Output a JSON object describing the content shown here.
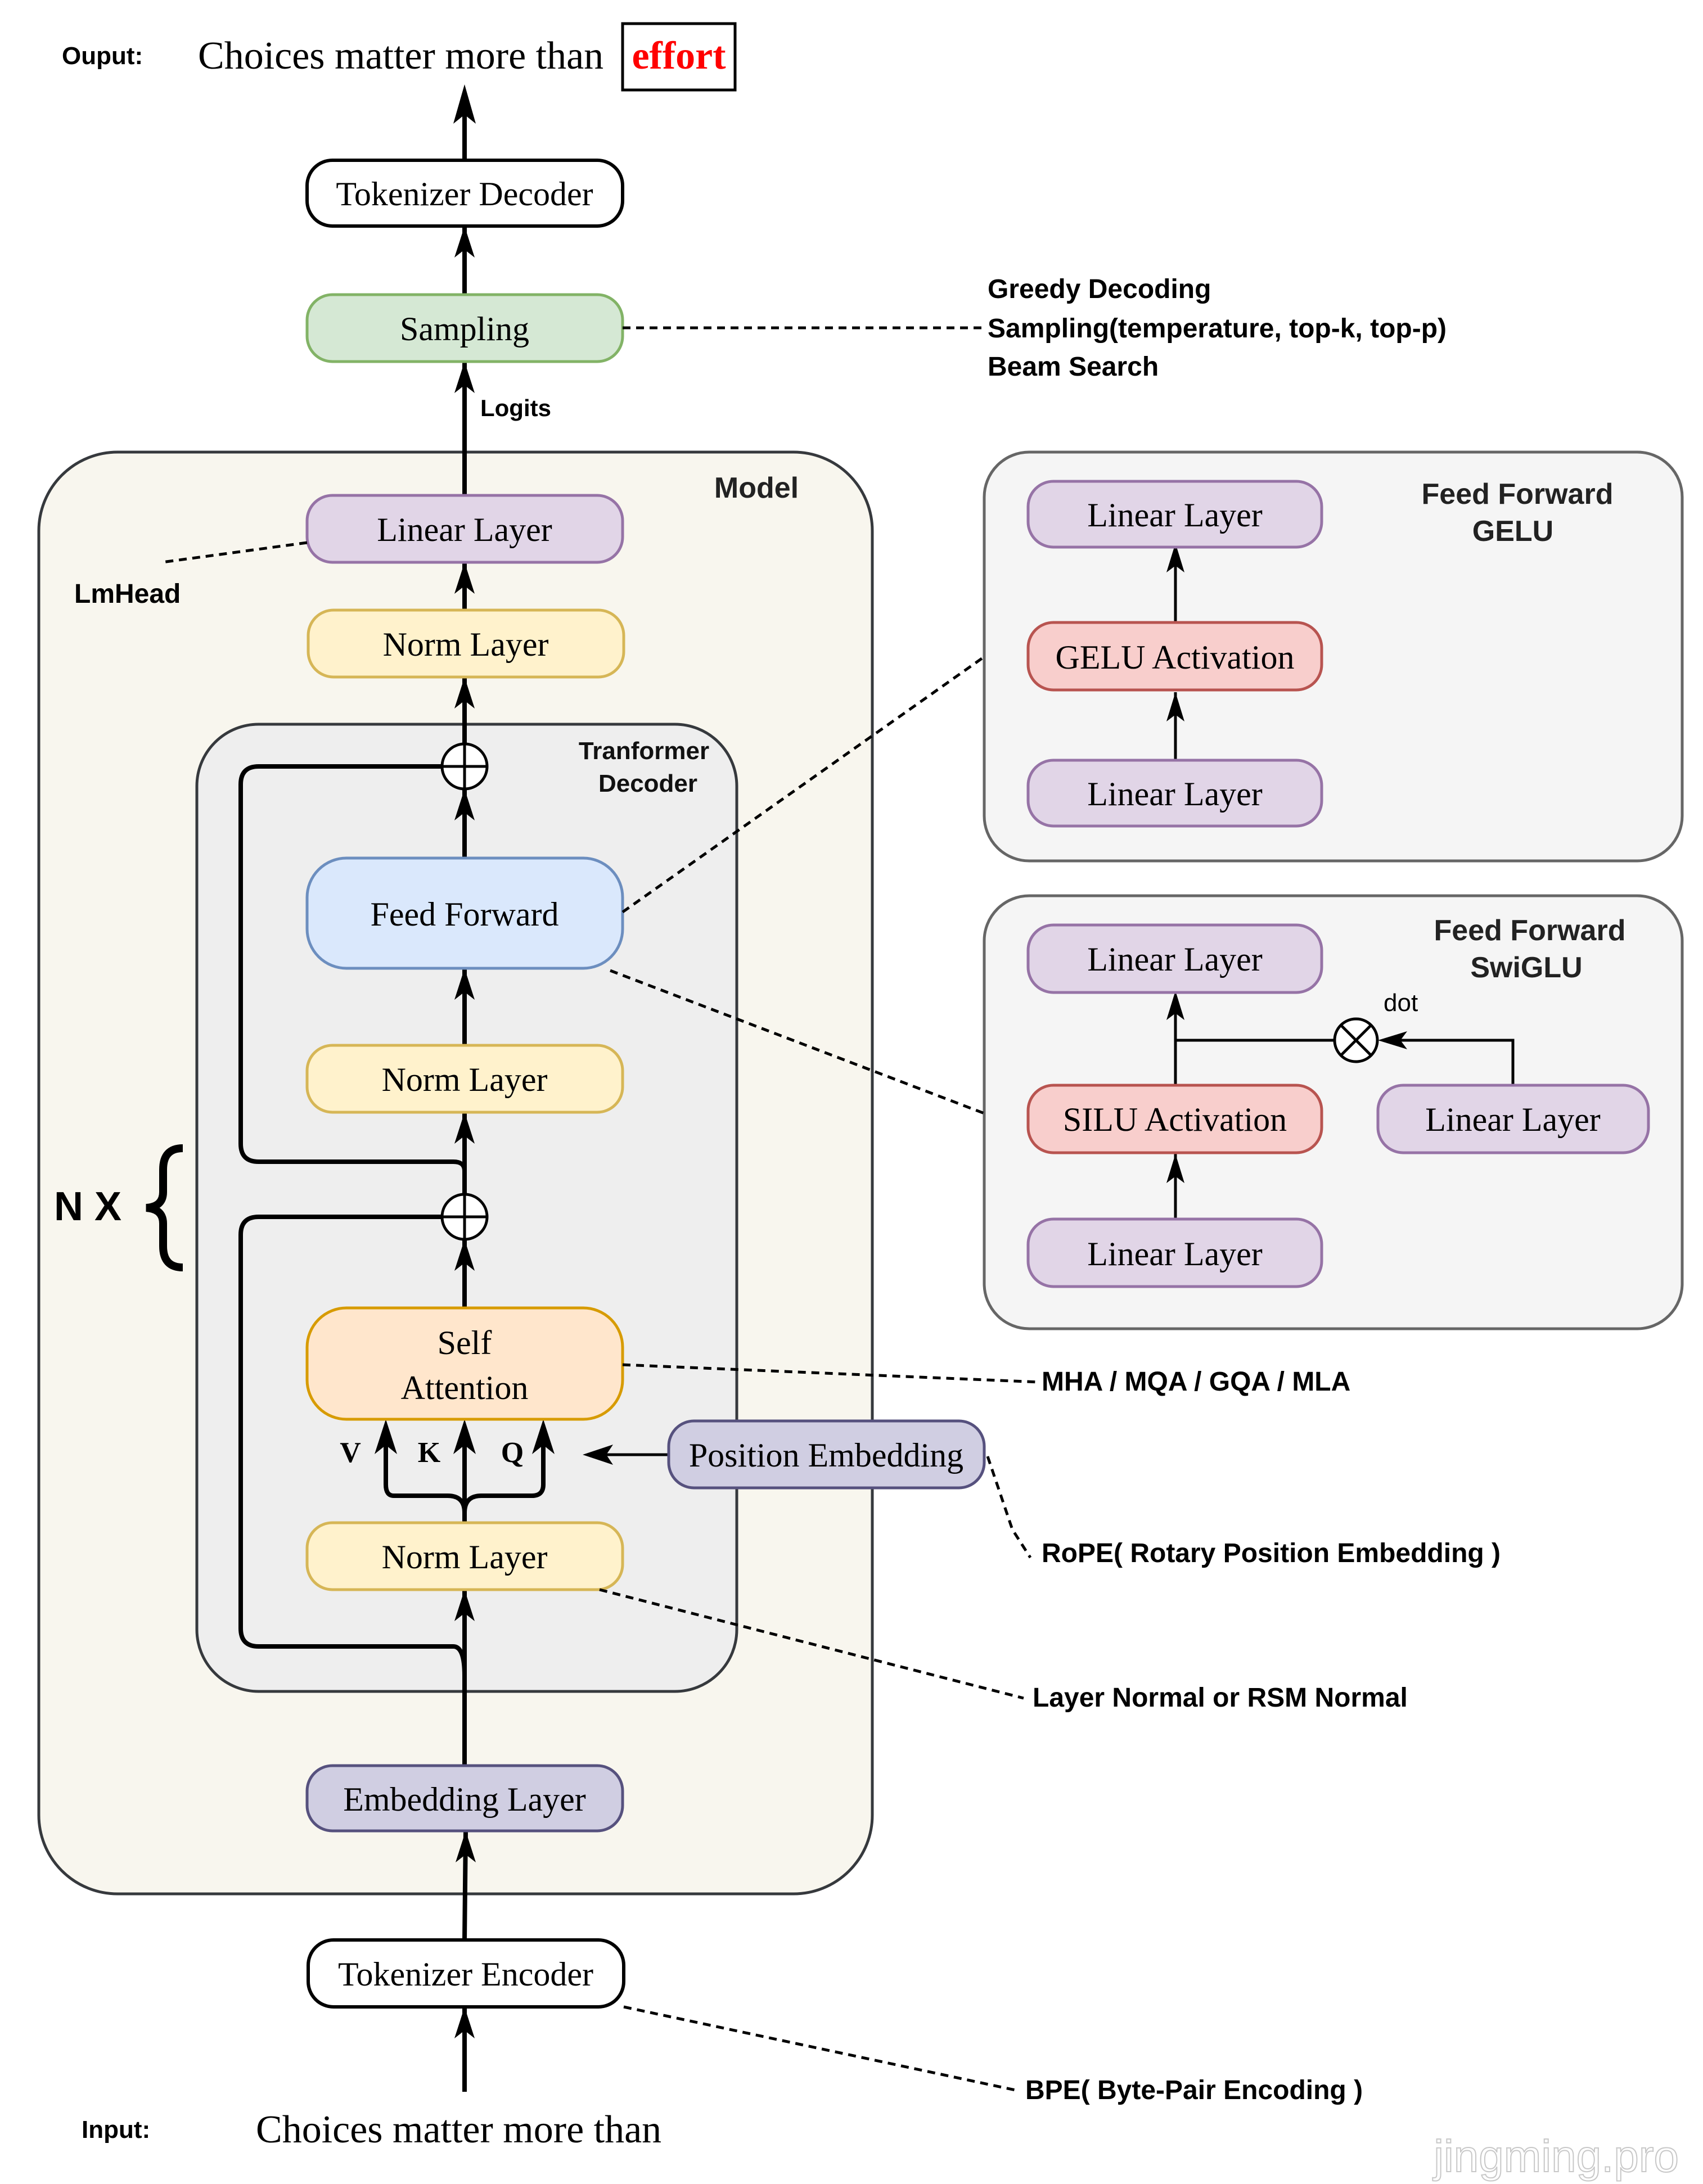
{
  "output": {
    "label": "Ouput:",
    "text": "Choices matter more than",
    "predicted_token": "effort"
  },
  "input": {
    "label": "Input:",
    "text": "Choices matter more than"
  },
  "nodes": {
    "tokenizer_decoder": "Tokenizer Decoder",
    "sampling": "Sampling",
    "logits_label": "Logits",
    "lm_linear": "Linear Layer",
    "final_norm": "Norm Layer",
    "feed_forward": "Feed Forward",
    "ffn_norm": "Norm Layer",
    "self_attention_line1": "Self",
    "self_attention_line2": "Attention",
    "attn_norm": "Norm Layer",
    "position_embedding": "Position Embedding",
    "embedding_layer": "Embedding Layer",
    "tokenizer_encoder": "Tokenizer Encoder",
    "v_label": "V",
    "k_label": "K",
    "q_label": "Q"
  },
  "containers": {
    "model_title": "Model",
    "decoder_title_line1": "Tranformer",
    "decoder_title_line2": "Decoder",
    "repeat_label": "N X"
  },
  "annotations": {
    "lmhead": "LmHead",
    "sampling_methods": [
      "Greedy Decoding",
      "Sampling(temperature, top-k, top-p)",
      "Beam Search"
    ],
    "attention_variants": "MHA / MQA / GQA / MLA",
    "rope": "RoPE( Rotary Position Embedding )",
    "norm_types": "Layer Normal or RSM Normal",
    "bpe": "BPE( Byte-Pair Encoding )"
  },
  "ffn_gelu": {
    "title_line1": "Feed Forward",
    "title_line2": "GELU",
    "top_linear": "Linear Layer",
    "activation": "GELU Activation",
    "bottom_linear": "Linear Layer"
  },
  "ffn_swiglu": {
    "title_line1": "Feed Forward",
    "title_line2": "SwiGLU",
    "top_linear": "Linear Layer",
    "dot_label": "dot",
    "activation": "SILU Activation",
    "gate_linear": "Linear Layer",
    "bottom_linear": "Linear Layer"
  },
  "watermark": "jingming.pro",
  "colors": {
    "model_bg": "#f8f6ee",
    "decoder_bg": "#eeeeee",
    "panel_bg": "#f5f5f5",
    "purple_fill": "#e1d5e7",
    "purple_stroke": "#9673a6",
    "yellow_fill": "#fff2cc",
    "yellow_stroke": "#d6b656",
    "green_fill": "#d5e8d4",
    "green_stroke": "#82b366",
    "blue_fill": "#dae8fc",
    "blue_stroke": "#6c8ebf",
    "orange_fill": "#ffe6cc",
    "orange_stroke": "#d79b00",
    "red_fill": "#f8cecc",
    "red_stroke": "#b85450",
    "embed_fill": "#d0cee2",
    "embed_stroke": "#56517e",
    "highlight": "#ff0000"
  }
}
